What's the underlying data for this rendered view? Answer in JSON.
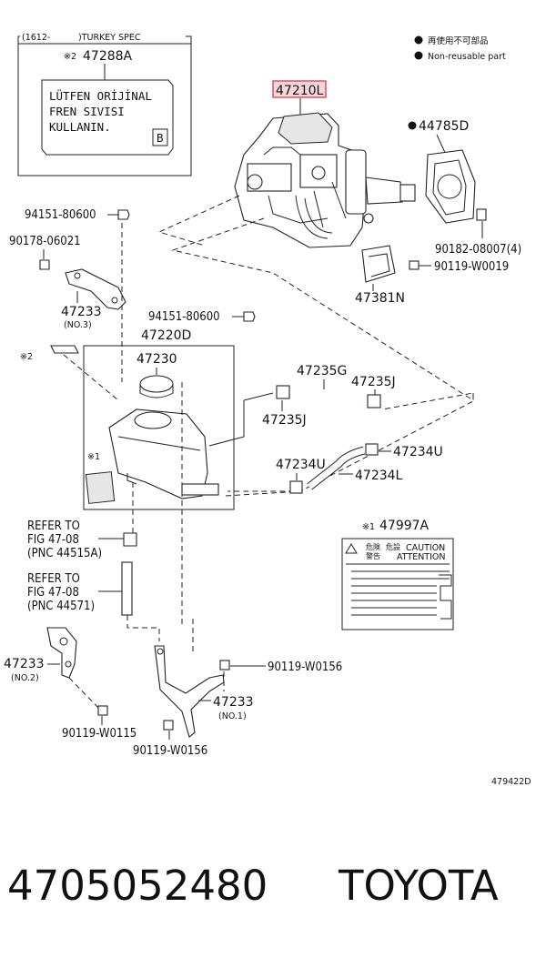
{
  "header": {
    "spec_note_left": "(1612-",
    "spec_note_right": ")TURKEY SPEC",
    "label_part_mark": "※2",
    "label_part": "47288A",
    "warning_label_lines": [
      "LÜTFEN  ORİJİNAL",
      "FREN  SIVISI",
      "KULLANIN."
    ],
    "warning_label_tag": "B"
  },
  "legend": {
    "non_reusable_jp": "再使用不可部品",
    "non_reusable_en": "Non-reusable part"
  },
  "parts": {
    "p47210L": "47210L",
    "p44785D": "44785D",
    "p90182": "90182-08007(4)",
    "p90119_w0019": "90119-W0019",
    "p47381N": "47381N",
    "p94151_top": "94151-80600",
    "p90178": "90178-06021",
    "p47233_no3": "47233",
    "p47233_no3_sub": "(NO.3)",
    "p94151_mid": "94151-80600",
    "p47220D": "47220D",
    "p47230": "47230",
    "mark2": "※2",
    "mark1": "※1",
    "p47235G": "47235G",
    "p47235J_a": "47235J",
    "p47235J_b": "47235J",
    "p47234U_a": "47234U",
    "p47234U_b": "47234U",
    "p47234L": "47234L",
    "p47997A_mark": "※1",
    "p47997A": "47997A",
    "caution_jp1": "危険",
    "caution_jp2": "危設",
    "caution_jp3": "警告",
    "caution_en1": "CAUTION",
    "caution_en2": "ATTENTION",
    "refer1_lines": [
      "REFER TO",
      "FIG 47-08",
      "(PNC 44515A)"
    ],
    "refer2_lines": [
      "REFER TO",
      "FIG 47-08",
      "(PNC 44571)"
    ],
    "p47233_no2": "47233",
    "p47233_no2_sub": "(NO.2)",
    "p90119_w0156_a": "90119-W0156",
    "p47233_no1": "47233",
    "p47233_no1_sub": "(NO.1)",
    "p90119_w0115": "90119-W0115",
    "p90119_w0156_b": "90119-W0156",
    "figure_code": "479422D"
  },
  "footer": {
    "part_number": "4705052480",
    "brand": "TOYOTA"
  },
  "colors": {
    "highlight": "#e05060",
    "highlight_fill": "#f7d6da",
    "ink": "#222222"
  }
}
